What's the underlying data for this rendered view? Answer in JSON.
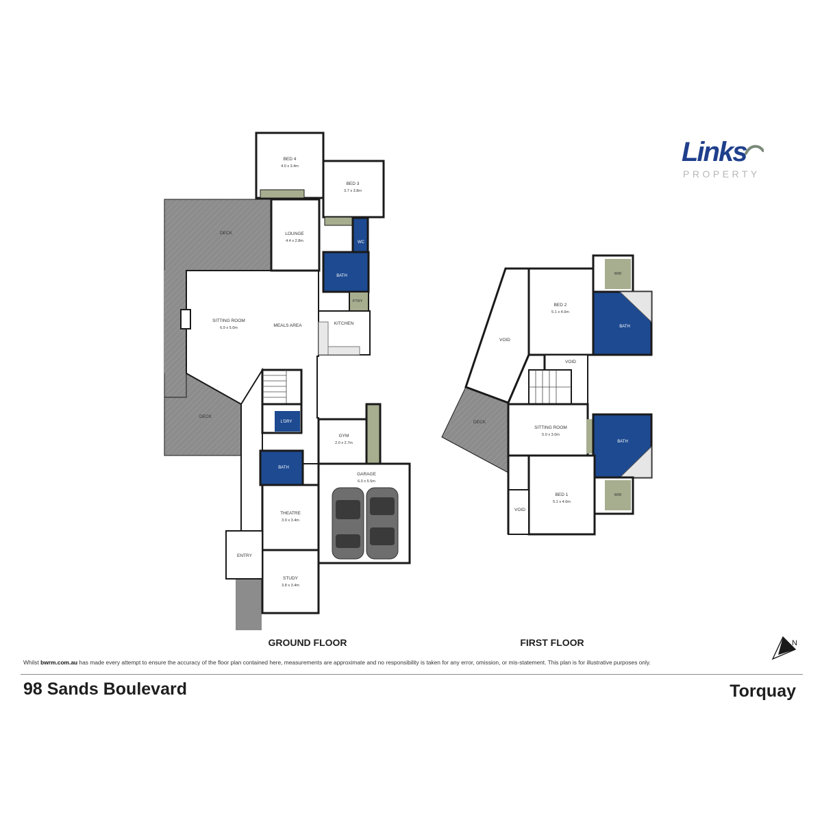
{
  "brand": {
    "name": "Links",
    "tagline": "PROPERTY",
    "primary_color": "#1f3f8c",
    "swoosh_color": "#7a8a7a"
  },
  "ground_floor": {
    "label": "GROUND FLOOR",
    "rooms": {
      "bed4": {
        "name": "BED 4",
        "dims": "4.0 x 3.4m"
      },
      "bed3": {
        "name": "BED 3",
        "dims": "3.7 x 3.8m"
      },
      "deck_top": {
        "name": "DECK"
      },
      "lounge": {
        "name": "LOUNGE",
        "dims": "4.4 x 2.8m"
      },
      "wc": {
        "name": "WC"
      },
      "bath_upper": {
        "name": "BATH"
      },
      "pantry": {
        "name": "PTRY"
      },
      "sitting": {
        "name": "SITTING ROOM",
        "dims": "6.9 x 5.0m"
      },
      "meals": {
        "name": "MEALS AREA"
      },
      "kitchen": {
        "name": "KITCHEN"
      },
      "deck_bottom": {
        "name": "DECK"
      },
      "laundry": {
        "name": "L'DRY"
      },
      "gym": {
        "name": "GYM",
        "dims": "2.0 x 2.7m"
      },
      "garage": {
        "name": "GARAGE",
        "dims": "6.0 x 5.5m"
      },
      "bath_lower": {
        "name": "BATH"
      },
      "theatre": {
        "name": "THEATRE",
        "dims": "3.9 x 3.4m"
      },
      "entry": {
        "name": "ENTRY"
      },
      "study": {
        "name": "STUDY",
        "dims": "3.8 x 3.4m"
      }
    }
  },
  "first_floor": {
    "label": "FIRST FLOOR",
    "rooms": {
      "void_left": {
        "name": "VOID"
      },
      "bed2": {
        "name": "BED 2",
        "dims": "5.1 x 4.0m"
      },
      "wir_top": {
        "name": "WIR"
      },
      "bath_top": {
        "name": "BATH"
      },
      "void_mid": {
        "name": "VOID"
      },
      "deck": {
        "name": "DECK"
      },
      "sitting": {
        "name": "SITTING ROOM",
        "dims": "5.0 x 3.0m"
      },
      "bath_bottom": {
        "name": "BATH"
      },
      "bed1": {
        "name": "BED 1",
        "dims": "5.1 x 4.6m"
      },
      "wir_bottom": {
        "name": "WIR"
      },
      "void_small": {
        "name": "VOID"
      }
    }
  },
  "footer": {
    "disclaimer_prefix": "Whilst ",
    "disclaimer_site": "bwrm.com.au",
    "disclaimer_text": " has made every attempt to ensure the accuracy of the floor plan contained here, measurements  are approximate and no  responsibility is taken for any error, omission, or mis-statement. This plan is for illustrative purposes only.",
    "address": "98 Sands Boulevard",
    "suburb": "Torquay"
  },
  "colors": {
    "wall": "#1a1a1a",
    "deck": "#8c8c8c",
    "wet_area": "#1d4a91",
    "robe": "#a7ae8f",
    "floor": "#ffffff"
  },
  "compass": {
    "label": "N"
  }
}
